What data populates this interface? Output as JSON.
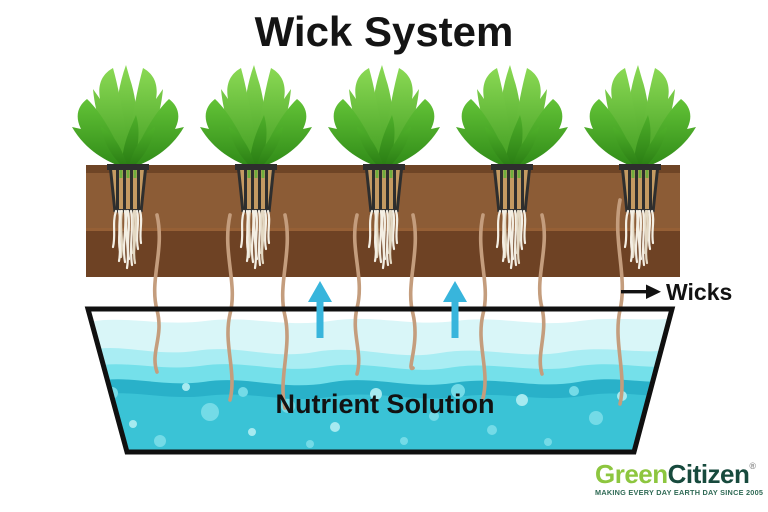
{
  "title": "Wick System",
  "labels": {
    "wicks": "Wicks",
    "nutrient_solution": "Nutrient Solution"
  },
  "diagram": {
    "type": "hydroponic-wick-system",
    "plant_count": 5,
    "wick_count": 8,
    "capillary_arrow_count": 2
  },
  "logo": {
    "brand_first": "Green",
    "brand_second": "Citizen",
    "registered": "®",
    "tagline": "MAKING EVERY DAY EARTH DAY SINCE 2005"
  },
  "colors": {
    "leaf_a1": "#8ad954",
    "leaf_a2": "#3e9a1f",
    "leaf_b1": "#63c337",
    "leaf_b2": "#2f8a17",
    "leaf_c1": "#4fb02a",
    "leaf_c2": "#277a12",
    "soil_top": "#6f4526",
    "soil_mid": "#8c5c36",
    "soil_low": "#6e4224",
    "soil_line": "#966036",
    "pot_dark": "#2e2e2e",
    "pot_tan": "#c49a62",
    "shoot_green": "#6fae3d",
    "root": "#f4efe4",
    "root_shadow": "#e3d8c3",
    "wick": "#c49d7d",
    "water_1": "#d9f6f8",
    "water_2": "#a9edf3",
    "water_3": "#74e0ea",
    "water_4": "#29b1c9",
    "water_5": "#3ac3d6",
    "bubble": "#74dbe7",
    "bubble_light": "#a6eaf0",
    "tank_outline": "#101010",
    "arrow_blue": "#38b5dc",
    "logo_green": "#8dc63f",
    "logo_dark": "#174a3d",
    "logo_tagline": "#2f6a55"
  }
}
